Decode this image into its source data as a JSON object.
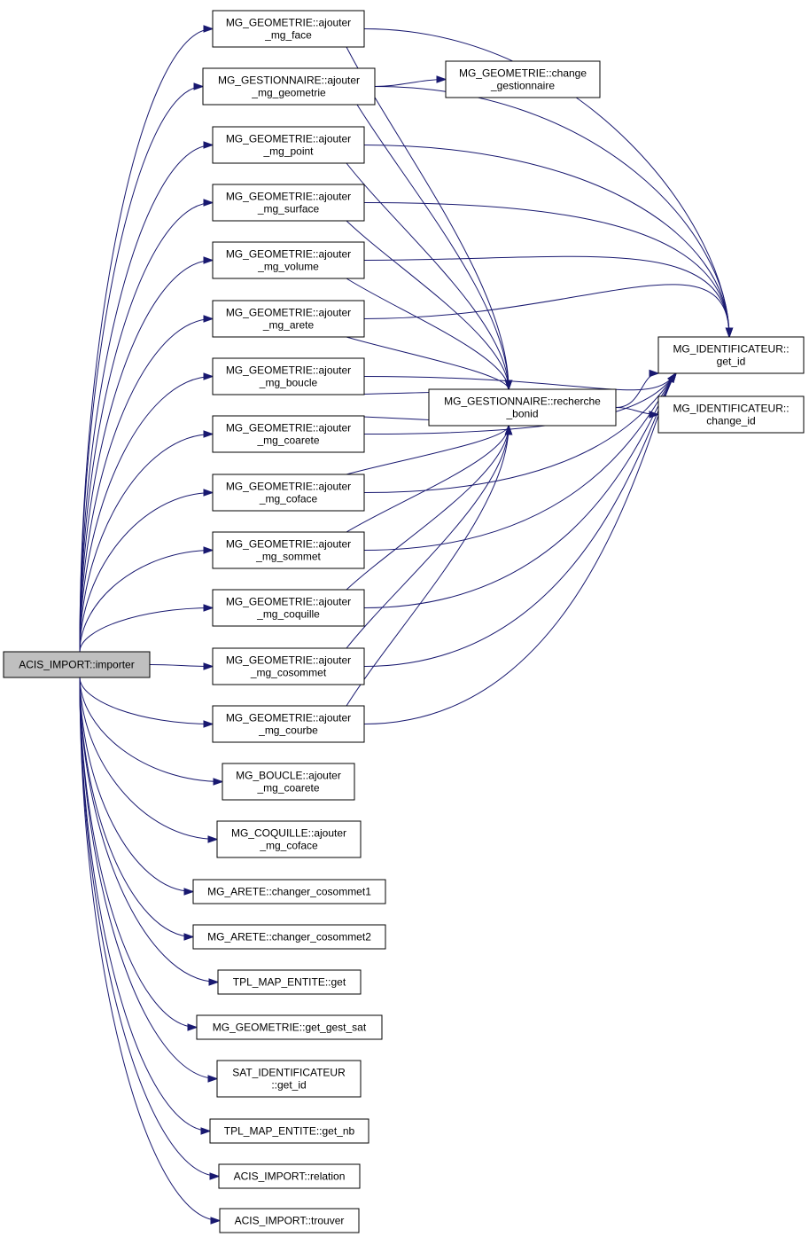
{
  "graph": {
    "nodes": [
      {
        "id": "root",
        "lines": [
          "ACIS_IMPORT::importer"
        ]
      },
      {
        "id": "n1",
        "lines": [
          "MG_GEOMETRIE::ajouter",
          "_mg_face"
        ]
      },
      {
        "id": "n2",
        "lines": [
          "MG_GESTIONNAIRE::ajouter",
          "_mg_geometrie"
        ]
      },
      {
        "id": "n3",
        "lines": [
          "MG_GEOMETRIE::ajouter",
          "_mg_point"
        ]
      },
      {
        "id": "n4",
        "lines": [
          "MG_GEOMETRIE::ajouter",
          "_mg_surface"
        ]
      },
      {
        "id": "n5",
        "lines": [
          "MG_GEOMETRIE::ajouter",
          "_mg_volume"
        ]
      },
      {
        "id": "n6",
        "lines": [
          "MG_GEOMETRIE::ajouter",
          "_mg_arete"
        ]
      },
      {
        "id": "n7",
        "lines": [
          "MG_GEOMETRIE::ajouter",
          "_mg_boucle"
        ]
      },
      {
        "id": "n8",
        "lines": [
          "MG_GEOMETRIE::ajouter",
          "_mg_coarete"
        ]
      },
      {
        "id": "n9",
        "lines": [
          "MG_GEOMETRIE::ajouter",
          "_mg_coface"
        ]
      },
      {
        "id": "n10",
        "lines": [
          "MG_GEOMETRIE::ajouter",
          "_mg_sommet"
        ]
      },
      {
        "id": "n11",
        "lines": [
          "MG_GEOMETRIE::ajouter",
          "_mg_coquille"
        ]
      },
      {
        "id": "n12",
        "lines": [
          "MG_GEOMETRIE::ajouter",
          "_mg_cosommet"
        ]
      },
      {
        "id": "n13",
        "lines": [
          "MG_GEOMETRIE::ajouter",
          "_mg_courbe"
        ]
      },
      {
        "id": "n14",
        "lines": [
          "MG_BOUCLE::ajouter",
          "_mg_coarete"
        ]
      },
      {
        "id": "n15",
        "lines": [
          "MG_COQUILLE::ajouter",
          "_mg_coface"
        ]
      },
      {
        "id": "n16",
        "lines": [
          "MG_ARETE::changer_cosommet1"
        ]
      },
      {
        "id": "n17",
        "lines": [
          "MG_ARETE::changer_cosommet2"
        ]
      },
      {
        "id": "n18",
        "lines": [
          "TPL_MAP_ENTITE::get"
        ]
      },
      {
        "id": "n19",
        "lines": [
          "MG_GEOMETRIE::get_gest_sat"
        ]
      },
      {
        "id": "n20",
        "lines": [
          "SAT_IDENTIFICATEUR",
          "::get_id"
        ]
      },
      {
        "id": "n21",
        "lines": [
          "TPL_MAP_ENTITE::get_nb"
        ]
      },
      {
        "id": "n22",
        "lines": [
          "ACIS_IMPORT::relation"
        ]
      },
      {
        "id": "n23",
        "lines": [
          "ACIS_IMPORT::trouver"
        ]
      },
      {
        "id": "chg",
        "lines": [
          "MG_GEOMETRIE::change",
          "_gestionnaire"
        ]
      },
      {
        "id": "rb",
        "lines": [
          "MG_GESTIONNAIRE::recherche",
          "_bonid"
        ]
      },
      {
        "id": "gid",
        "lines": [
          "MG_IDENTIFICATEUR::",
          "get_id"
        ]
      },
      {
        "id": "cid",
        "lines": [
          "MG_IDENTIFICATEUR::",
          "change_id"
        ]
      }
    ],
    "edges": [
      [
        "root",
        "n1"
      ],
      [
        "root",
        "n2"
      ],
      [
        "root",
        "n3"
      ],
      [
        "root",
        "n4"
      ],
      [
        "root",
        "n5"
      ],
      [
        "root",
        "n6"
      ],
      [
        "root",
        "n7"
      ],
      [
        "root",
        "n8"
      ],
      [
        "root",
        "n9"
      ],
      [
        "root",
        "n10"
      ],
      [
        "root",
        "n11"
      ],
      [
        "root",
        "n12"
      ],
      [
        "root",
        "n13"
      ],
      [
        "root",
        "n14"
      ],
      [
        "root",
        "n15"
      ],
      [
        "root",
        "n16"
      ],
      [
        "root",
        "n17"
      ],
      [
        "root",
        "n18"
      ],
      [
        "root",
        "n19"
      ],
      [
        "root",
        "n20"
      ],
      [
        "root",
        "n21"
      ],
      [
        "root",
        "n22"
      ],
      [
        "root",
        "n23"
      ],
      [
        "n2",
        "chg"
      ],
      [
        "n1",
        "gid"
      ],
      [
        "n2",
        "gid"
      ],
      [
        "n3",
        "gid"
      ],
      [
        "n4",
        "gid"
      ],
      [
        "n5",
        "gid"
      ],
      [
        "n6",
        "gid"
      ],
      [
        "n7",
        "gid"
      ],
      [
        "n8",
        "gid"
      ],
      [
        "n9",
        "gid"
      ],
      [
        "n10",
        "gid"
      ],
      [
        "n11",
        "gid"
      ],
      [
        "n12",
        "gid"
      ],
      [
        "n13",
        "gid"
      ],
      [
        "n1",
        "rb"
      ],
      [
        "n2",
        "rb"
      ],
      [
        "n3",
        "rb"
      ],
      [
        "n4",
        "rb"
      ],
      [
        "n5",
        "rb"
      ],
      [
        "n6",
        "rb"
      ],
      [
        "n7",
        "rb"
      ],
      [
        "n8",
        "rb"
      ],
      [
        "n9",
        "rb"
      ],
      [
        "n10",
        "rb"
      ],
      [
        "n11",
        "rb"
      ],
      [
        "n12",
        "rb"
      ],
      [
        "n13",
        "rb"
      ],
      [
        "rb",
        "gid"
      ],
      [
        "rb",
        "cid"
      ]
    ]
  }
}
